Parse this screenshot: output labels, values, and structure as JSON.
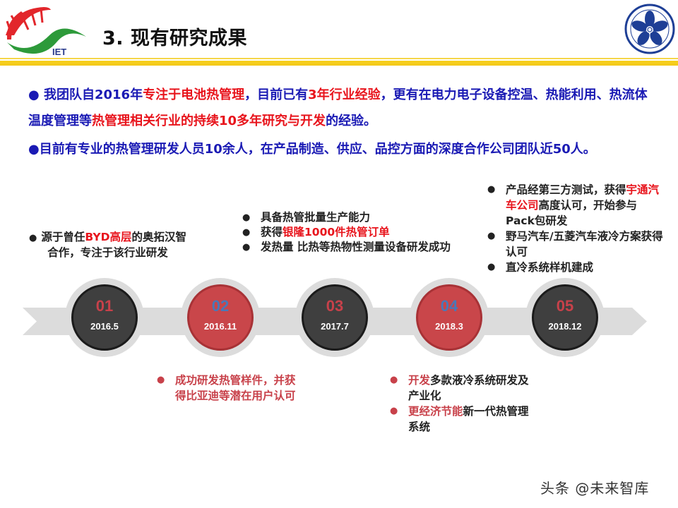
{
  "header": {
    "logo_left_text": "IET",
    "title": "3. 现有研究成果",
    "logo_right_name": "Chinese Academy of Sciences emblem"
  },
  "intro": {
    "p1": [
      {
        "text": "● 我团队自2016年",
        "color": "blue"
      },
      {
        "text": "专注于电池热管理",
        "color": "red"
      },
      {
        "text": "，目前已有",
        "color": "blue"
      },
      {
        "text": "3年行业经验",
        "color": "red"
      },
      {
        "text": "，更有在电力电子设备控温、热能利用、热流体温度管理等",
        "color": "blue"
      },
      {
        "text": "热管理相关行业的持续10多年研究与开发",
        "color": "red"
      },
      {
        "text": "的经验。",
        "color": "blue"
      }
    ],
    "p2": "●目前有专业的热管理研发人员10余人，在产品制造、供应、品控方面的深度合作公司团队近50人。"
  },
  "timeline": [
    {
      "num": "01",
      "date": "2016.5",
      "style": "dark"
    },
    {
      "num": "02",
      "date": "2016.11",
      "style": "red"
    },
    {
      "num": "03",
      "date": "2017.7",
      "style": "dark"
    },
    {
      "num": "04",
      "date": "2018.3",
      "style": "red"
    },
    {
      "num": "05",
      "date": "2018.12",
      "style": "dark"
    }
  ],
  "notes": {
    "n1": {
      "pre": "源于曾任",
      "red": "BYD高层",
      "post": "的奥拓汉智合作，专注于该行业研发"
    },
    "n2": [
      {
        "pre": "具备热管批量生产能力",
        "red": "",
        "post": ""
      },
      {
        "pre": "获得",
        "red": "银隆1000件热管订单",
        "post": ""
      },
      {
        "pre": "发热量 比热等热物性测量设备研发成功",
        "red": "",
        "post": ""
      }
    ],
    "n3": [
      {
        "pre": "产品经第三方测试，获得",
        "red": "宇通汽车公司",
        "post": "高度认可，开始参与Pack包研发"
      },
      {
        "pre": "野马汽车/五菱汽车液冷方案获得认可",
        "red": "",
        "post": ""
      },
      {
        "pre": "直冷系统样机建成",
        "red": "",
        "post": ""
      }
    ],
    "n4": "成功研发热管样件，并获得比亚迪等潜在用户认可",
    "n5": [
      {
        "red": "开发",
        "post": "多款液冷系统研发及产业化"
      },
      {
        "red": "更经济节能",
        "post": "新一代热管理系统"
      }
    ]
  },
  "watermark": "头条 @未来智库",
  "colors": {
    "blue": "#1a1ab4",
    "red": "#e8141c",
    "accent_red": "#c9464a",
    "dark": "#3f3f3f",
    "band": "#dcdcdc",
    "rule": "#f7d020"
  }
}
